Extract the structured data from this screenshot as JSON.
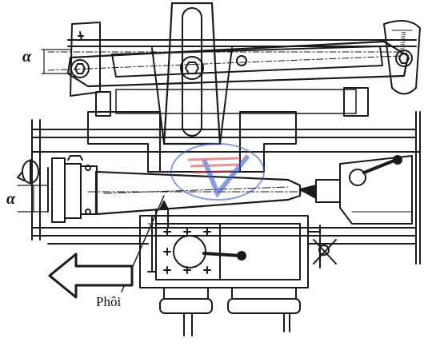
{
  "labels": {
    "alpha_top": "α",
    "alpha_left": "α",
    "workpiece": "Phôi"
  },
  "scale_marking": "mmmm",
  "colors": {
    "ink": "#1a1a1a",
    "paper": "#ffffff",
    "watermark_red": "#e04848",
    "watermark_blue": "#3a5bd0"
  },
  "icons": [
    "handwheel-icon",
    "arrow-left-icon",
    "watermark-logo",
    "rotation-arrow-icon"
  ]
}
